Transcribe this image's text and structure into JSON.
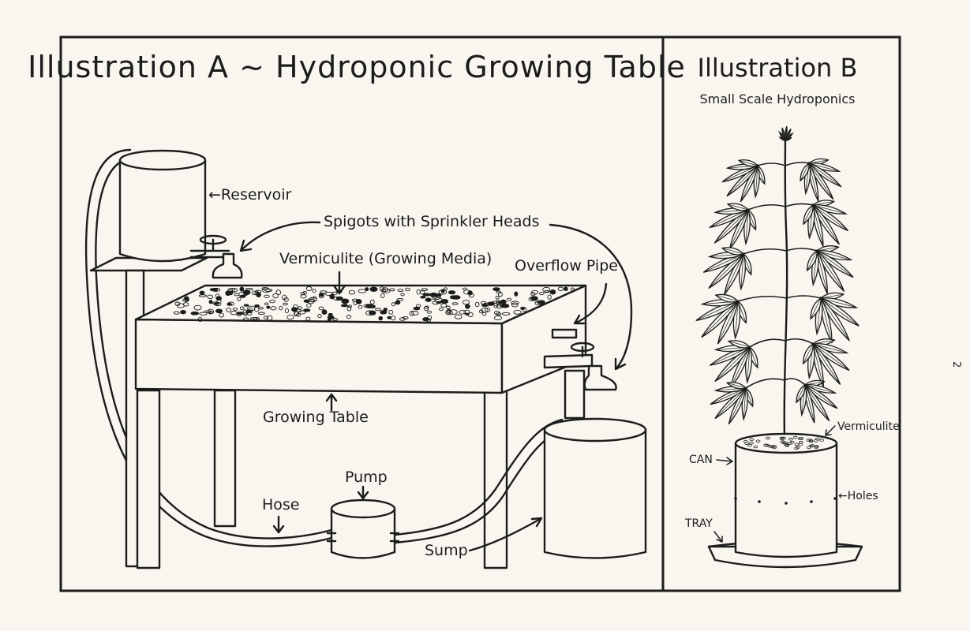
{
  "illustration_a": {
    "title": "Illustration A ~ Hydroponic Growing Table",
    "labels": {
      "reservoir": "←Reservoir",
      "spigots": "Spigots with Sprinkler Heads",
      "vermiculite": "Vermiculite (Growing Media)",
      "overflow_pipe": "Overflow Pipe",
      "growing_table": "Growing Table",
      "pump": "Pump",
      "hose": "Hose",
      "sump": "Sump"
    }
  },
  "illustration_b": {
    "title": "Illustration B",
    "subtitle": "Small Scale Hydroponics",
    "labels": {
      "vermiculite": "Vermiculite",
      "can": "Can",
      "holes": "←Holes",
      "tray": "Tray"
    }
  },
  "page_number": "2"
}
